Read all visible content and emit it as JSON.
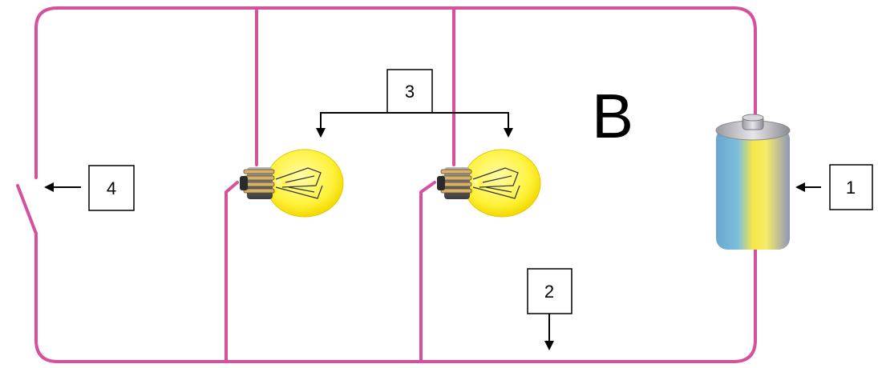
{
  "figure_label": "B",
  "callouts": [
    {
      "id": "1",
      "text": "1"
    },
    {
      "id": "2",
      "text": "2"
    },
    {
      "id": "3",
      "text": "3"
    },
    {
      "id": "4",
      "text": "4"
    }
  ],
  "colors": {
    "wire": "#d6519d",
    "bulb_glass": "#fff23a",
    "battery_accent": "#f5e84a",
    "battery_body": "#7fb8d8"
  },
  "icons": {
    "battery": "battery-icon",
    "bulb_left": "light-bulb-icon",
    "bulb_right": "light-bulb-icon",
    "switch": "open-switch-icon"
  }
}
